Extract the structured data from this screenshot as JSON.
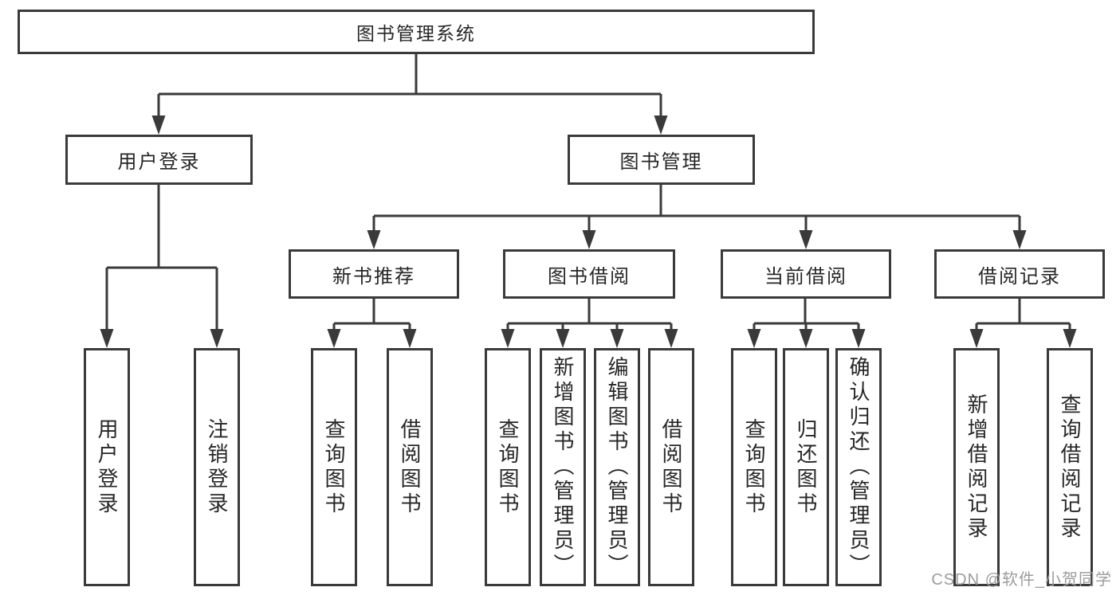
{
  "tree": {
    "label": "图书管理系统",
    "children": [
      {
        "label": "用户登录",
        "children": [
          {
            "label": "用户登录"
          },
          {
            "label": "注销登录"
          }
        ]
      },
      {
        "label": "图书管理",
        "children": [
          {
            "label": "新书推荐",
            "children": [
              {
                "label": "查询图书"
              },
              {
                "label": "借阅图书"
              }
            ]
          },
          {
            "label": "图书借阅",
            "children": [
              {
                "label": "查询图书"
              },
              {
                "label": "新增图书（管理员）"
              },
              {
                "label": "编辑图书（管理员）"
              },
              {
                "label": "借阅图书"
              }
            ]
          },
          {
            "label": "当前借阅",
            "children": [
              {
                "label": "查询图书"
              },
              {
                "label": "归还图书"
              },
              {
                "label": "确认归还（管理员）"
              }
            ]
          },
          {
            "label": "借阅记录",
            "children": [
              {
                "label": "新增借阅记录"
              },
              {
                "label": "查询借阅记录"
              }
            ]
          }
        ]
      }
    ]
  },
  "watermark": "CSDN @软件_小贺同学",
  "colors": {
    "line": "#3a3a3a",
    "text": "#262626",
    "watermark": "#9c9c9c",
    "background": "#ffffff"
  }
}
